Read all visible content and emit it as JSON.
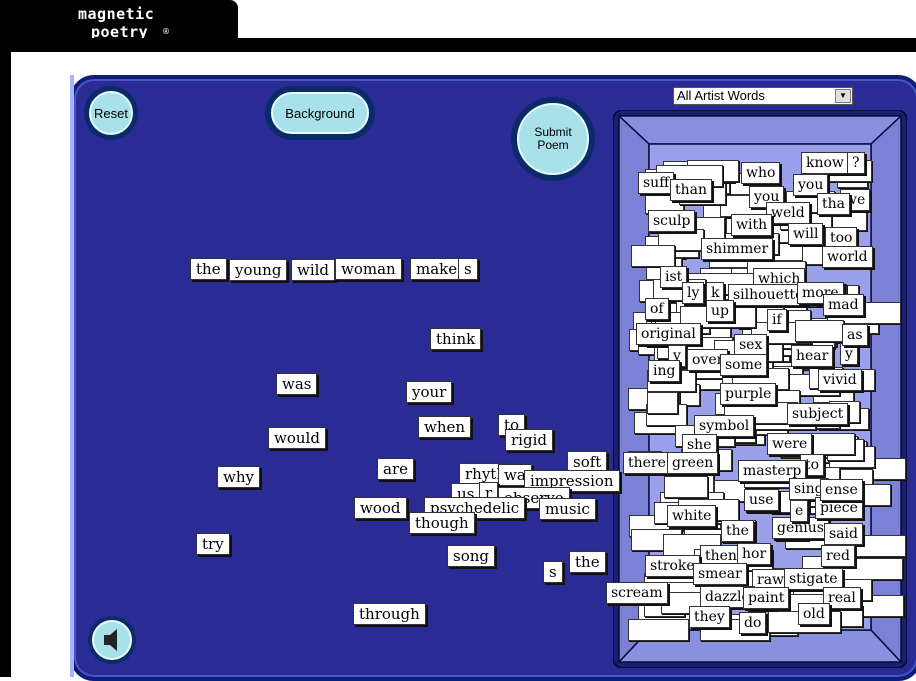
{
  "logo": {
    "line1": "magnetic",
    "line2": "poetry",
    "mark": "®"
  },
  "buttons": {
    "reset": "Reset",
    "background": "Background",
    "submit_line1": "Submit",
    "submit_line2": "Poem"
  },
  "word_set_select": {
    "selected": "All Artist Words"
  },
  "icons": {
    "speaker": "speaker-icon",
    "dropdown": "chevron-down-icon"
  },
  "colors": {
    "board": "#2b2b96",
    "button": "#a9e1ea",
    "well": "#7b82d6"
  },
  "board_words": [
    "the",
    "young",
    "wild",
    "woman",
    "make",
    "s",
    "think",
    "was",
    "your",
    "would",
    "when",
    "to",
    "rigid",
    "why",
    "are",
    "soft",
    "rhyth",
    "wa",
    "impression",
    "us",
    "r",
    "observe",
    "wood",
    "psychedelic",
    "though",
    "music",
    "try",
    "song",
    "s",
    "the",
    "through"
  ],
  "pile_words": [
    "know",
    "?",
    "who",
    "you",
    "suff",
    "than",
    "you",
    "we",
    "weld",
    "tha",
    "with",
    "sculp",
    "will",
    "too",
    "shimmer",
    "world",
    "ist",
    "which",
    "ly",
    "k",
    "silhouette",
    "more",
    "mad",
    "of",
    "up",
    "if",
    "original",
    "sex",
    "y",
    "over",
    "some",
    "hear",
    "y",
    "ing",
    "vivid",
    "purple",
    "symbol",
    "subject",
    "she",
    "were",
    "there",
    "green",
    "to",
    "masterp",
    "sing",
    "use",
    "white",
    "the",
    "genius",
    "said",
    "then",
    "hor",
    "red",
    "stroke",
    "smear",
    "raw",
    "stigate",
    "scream",
    "dazzle",
    "paint",
    "real",
    "they",
    "do",
    "old",
    "as",
    "e",
    "piece",
    "ense"
  ]
}
